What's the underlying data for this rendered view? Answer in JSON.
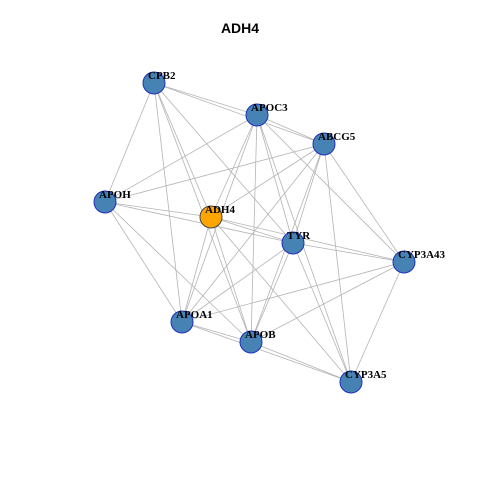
{
  "title": "ADH4",
  "colors": {
    "node": "#4682b4",
    "node_stroke": "#1f2fbf",
    "highlight": "#ffa500",
    "highlight_stroke": "#444444",
    "edge": "#b4b4b4"
  },
  "nodes": [
    {
      "id": "CPB2",
      "label": "CPB2",
      "highlight": false
    },
    {
      "id": "APOC3",
      "label": "APOC3",
      "highlight": false
    },
    {
      "id": "ABCG5",
      "label": "ABCG5",
      "highlight": false
    },
    {
      "id": "APOH",
      "label": "APOH",
      "highlight": false
    },
    {
      "id": "ADH4",
      "label": "ADH4",
      "highlight": true
    },
    {
      "id": "TYR",
      "label": "TYR",
      "highlight": false
    },
    {
      "id": "CYP3A43",
      "label": "CYP3A43",
      "highlight": false
    },
    {
      "id": "APOA1",
      "label": "APOA1",
      "highlight": false
    },
    {
      "id": "APOB",
      "label": "APOB",
      "highlight": false
    },
    {
      "id": "CYP3A5",
      "label": "CYP3A5",
      "highlight": false
    }
  ],
  "edges": [
    [
      "CPB2",
      "APOC3"
    ],
    [
      "CPB2",
      "ABCG5"
    ],
    [
      "CPB2",
      "APOH"
    ],
    [
      "CPB2",
      "ADH4"
    ],
    [
      "CPB2",
      "TYR"
    ],
    [
      "CPB2",
      "APOA1"
    ],
    [
      "CPB2",
      "APOB"
    ],
    [
      "APOC3",
      "ABCG5"
    ],
    [
      "APOC3",
      "APOH"
    ],
    [
      "APOC3",
      "ADH4"
    ],
    [
      "APOC3",
      "TYR"
    ],
    [
      "APOC3",
      "APOA1"
    ],
    [
      "APOC3",
      "APOB"
    ],
    [
      "APOC3",
      "CYP3A43"
    ],
    [
      "APOC3",
      "CYP3A5"
    ],
    [
      "ABCG5",
      "ADH4"
    ],
    [
      "ABCG5",
      "TYR"
    ],
    [
      "ABCG5",
      "CYP3A43"
    ],
    [
      "ABCG5",
      "APOA1"
    ],
    [
      "ABCG5",
      "APOB"
    ],
    [
      "ABCG5",
      "CYP3A5"
    ],
    [
      "ABCG5",
      "APOH"
    ],
    [
      "APOH",
      "ADH4"
    ],
    [
      "APOH",
      "TYR"
    ],
    [
      "APOH",
      "APOA1"
    ],
    [
      "APOH",
      "APOB"
    ],
    [
      "ADH4",
      "TYR"
    ],
    [
      "ADH4",
      "APOA1"
    ],
    [
      "ADH4",
      "APOB"
    ],
    [
      "ADH4",
      "CYP3A43"
    ],
    [
      "ADH4",
      "CYP3A5"
    ],
    [
      "TYR",
      "CYP3A43"
    ],
    [
      "TYR",
      "APOA1"
    ],
    [
      "TYR",
      "APOB"
    ],
    [
      "TYR",
      "CYP3A5"
    ],
    [
      "CYP3A43",
      "APOA1"
    ],
    [
      "CYP3A43",
      "APOB"
    ],
    [
      "CYP3A43",
      "CYP3A5"
    ],
    [
      "APOA1",
      "APOB"
    ],
    [
      "APOA1",
      "CYP3A5"
    ],
    [
      "APOB",
      "CYP3A5"
    ]
  ]
}
